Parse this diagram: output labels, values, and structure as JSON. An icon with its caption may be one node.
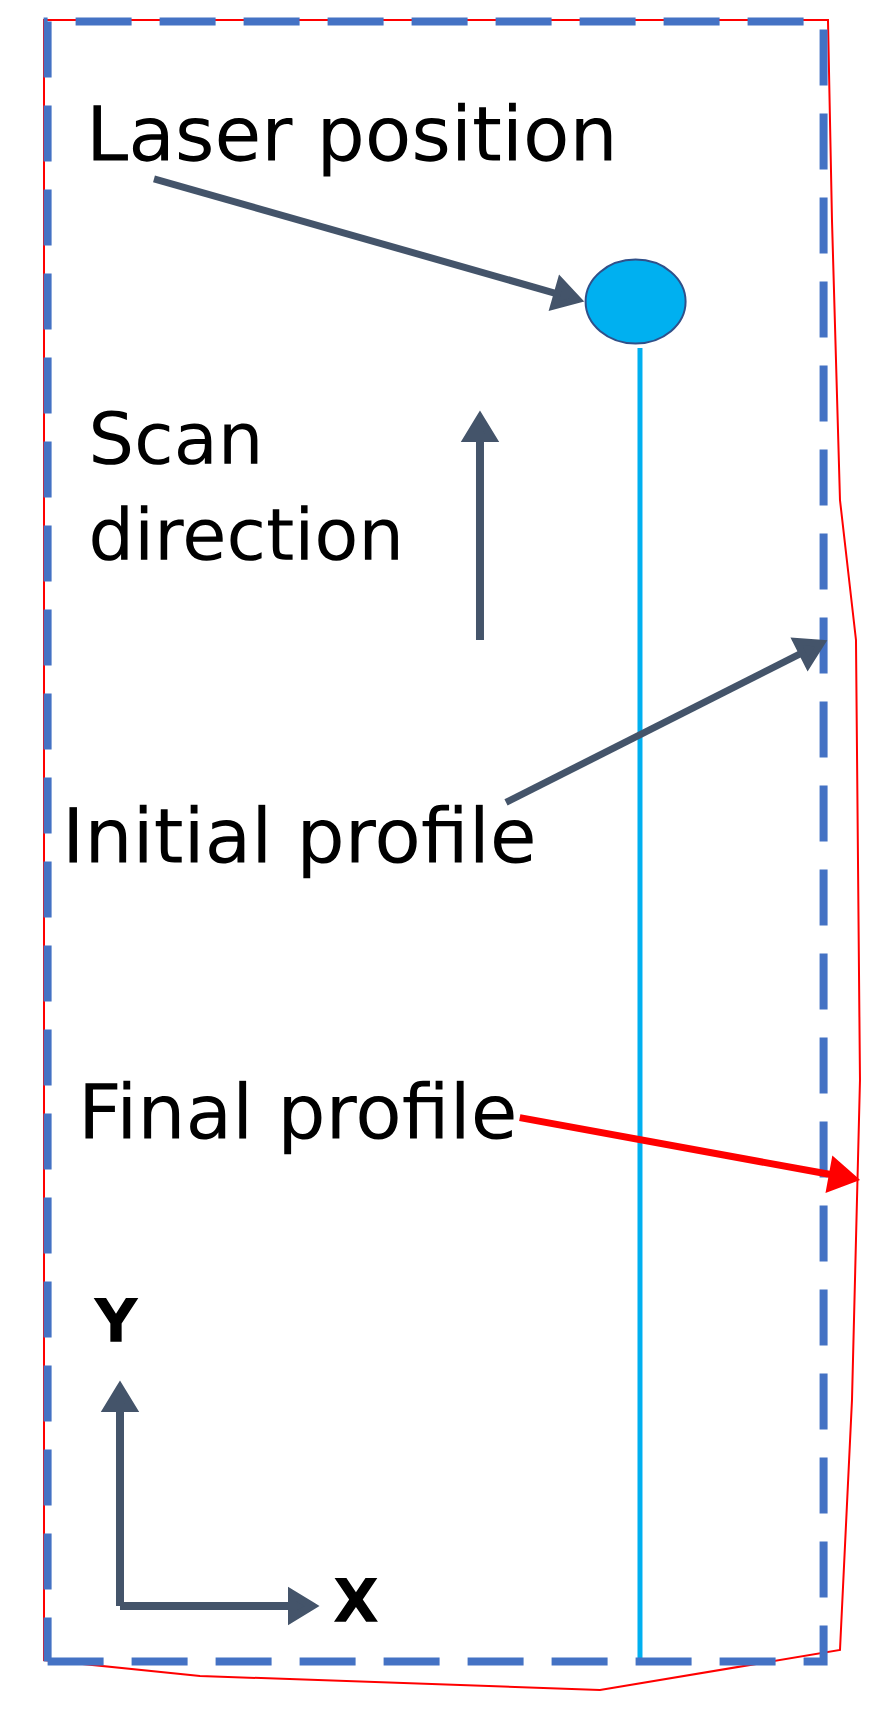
{
  "diagram": {
    "nodes": [
      {
        "text": [],
        "shape": "box"
      },
      {
        "text": [],
        "shape": "box",
        "in": 0
      },
      {
        "text": [
          "Laser position"
        ],
        "in": 1
      },
      {
        "text": [],
        "shape": "circle",
        "in": 1
      },
      {
        "text": [
          "Initial profile"
        ],
        "in": 1
      },
      {
        "text": [
          "Final profile"
        ],
        "in": 1
      }
    ],
    "edges": [
      {
        "from": 2,
        "to": 3,
        "arrow": "to"
      },
      {
        "from": 4,
        "to": 1,
        "arrow": "to"
      },
      {
        "from": 5,
        "to": 0,
        "arrow": "to",
        "color": "#ff0000"
      }
    ],
    "labels": [
      "Scan direction",
      "Y",
      "X"
    ]
  }
}
